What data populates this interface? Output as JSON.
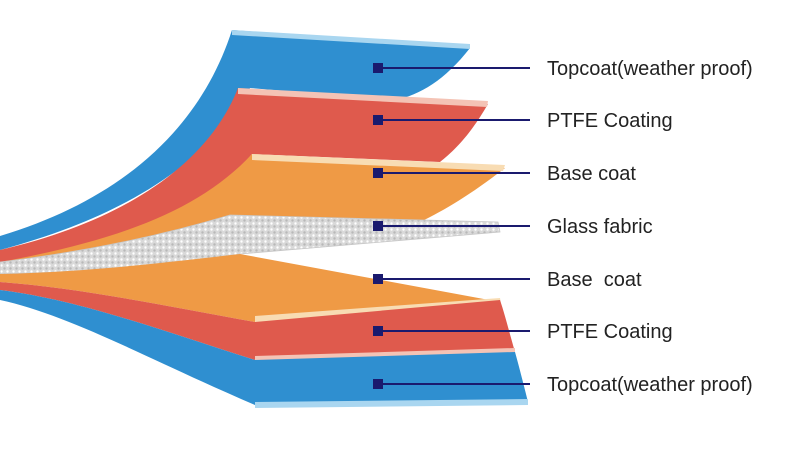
{
  "layers": [
    {
      "label": "Topcoat(weather proof)",
      "color": "#2f8fd0",
      "edge": "#a9d6f0"
    },
    {
      "label": "PTFE Coating",
      "color": "#df5a4d",
      "edge": "#f4c3b5"
    },
    {
      "label": "Base coat",
      "color": "#ef9a45",
      "edge": "#f8dcb3"
    },
    {
      "label": "Glass fabric",
      "color": "#d7d7d7",
      "edge": "#f2f2f2"
    },
    {
      "label": "Base  coat",
      "color": "#ef9a45",
      "edge": "#f8dcb3"
    },
    {
      "label": "PTFE Coating",
      "color": "#df5a4d",
      "edge": "#f4c3b5"
    },
    {
      "label": "Topcoat(weather proof)",
      "color": "#2f8fd0",
      "edge": "#a9d6f0"
    }
  ],
  "colors": {
    "leader": "#1a1a6e",
    "marker": "#1a1a6e"
  }
}
